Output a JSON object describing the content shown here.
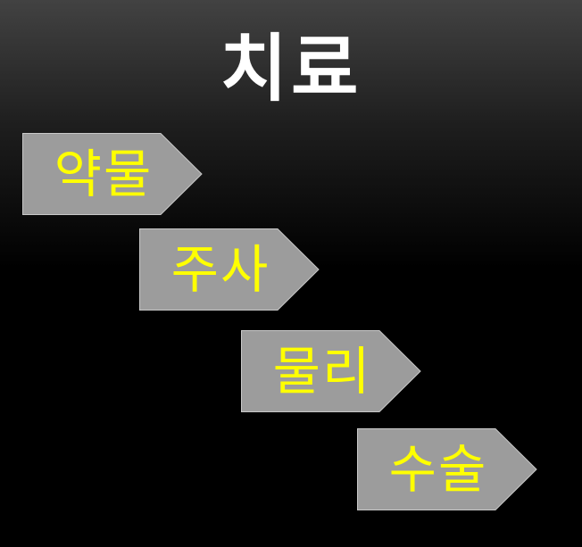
{
  "title": "치료",
  "steps": [
    {
      "label": "약물"
    },
    {
      "label": "주사"
    },
    {
      "label": "물리"
    },
    {
      "label": "수술"
    }
  ],
  "colors": {
    "title_text": "#ffffff",
    "step_text": "#ffff00",
    "arrow_fill": "#9c9c9c",
    "arrow_stroke": "#c8c8c8",
    "background_top": "#424242",
    "background_bottom": "#000000"
  }
}
